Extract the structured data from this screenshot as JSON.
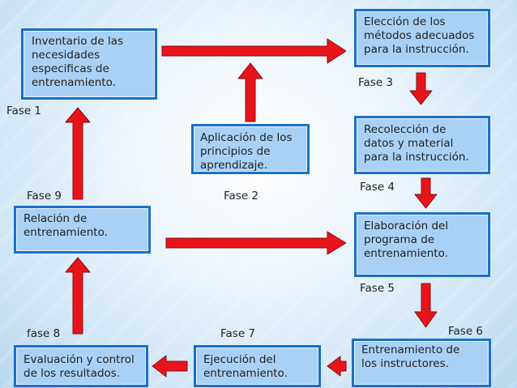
{
  "diagram": {
    "boxes": [
      {
        "id": "inventario",
        "text": "Inventario de las\nnecesidades\nespecificas de\nentrenamiento."
      },
      {
        "id": "eleccion",
        "text": "Elección de los\nmétodos adecuados\npara la instrucción."
      },
      {
        "id": "aplicacion",
        "text": "Aplicación de los\nprincipios de\naprendizaje."
      },
      {
        "id": "recoleccion",
        "text": "Recolección de\ndatos y material\npara la instrucción."
      },
      {
        "id": "relacion",
        "text": "Relación de\nentrenamiento."
      },
      {
        "id": "elaboracion",
        "text": "Elaboración del\nprograma de\nentrenamiento."
      },
      {
        "id": "evaluacion",
        "text": "Evaluación y control\nde los resultados."
      },
      {
        "id": "ejecucion",
        "text": "Ejecución del\nentrenamiento."
      },
      {
        "id": "entrenamiento",
        "text": "Entrenamiento de\nlos instructores."
      }
    ],
    "phases": [
      {
        "id": "fase1",
        "text": "Fase 1"
      },
      {
        "id": "fase2",
        "text": "Fase 2"
      },
      {
        "id": "fase3",
        "text": "Fase 3"
      },
      {
        "id": "fase4",
        "text": "Fase 4"
      },
      {
        "id": "fase5",
        "text": "Fase 5"
      },
      {
        "id": "fase6",
        "text": "Fase 6"
      },
      {
        "id": "fase7",
        "text": "Fase 7"
      },
      {
        "id": "fase8",
        "text": "fase 8"
      },
      {
        "id": "fase9",
        "text": "Fase 9"
      }
    ],
    "colors": {
      "box_fill": "#a9d1f5",
      "box_border": "#1b6fc9",
      "arrow_fill": "#e8141b",
      "arrow_stroke": "#8a0d10"
    }
  }
}
